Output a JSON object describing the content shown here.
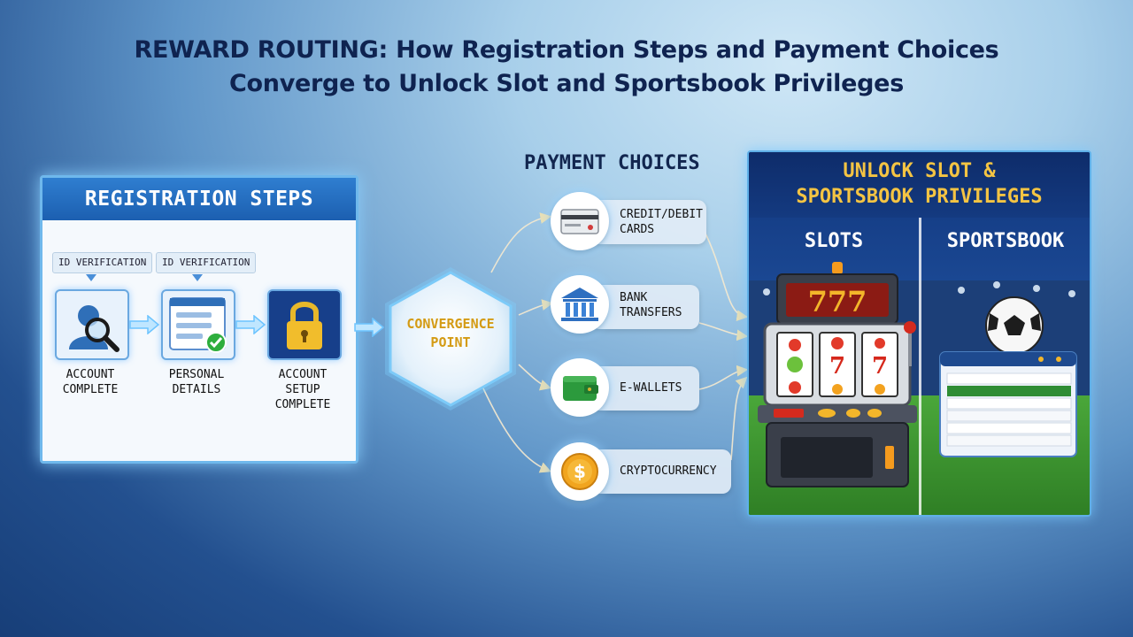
{
  "title_line1": "REWARD ROUTING: How Registration Steps and Payment Choices",
  "title_line2": "Converge to Unlock Slot and Sportsbook Privileges",
  "registration": {
    "header": "REGISTRATION STEPS",
    "tag1": "ID VERIFICATION",
    "tag2": "ID VERIFICATION",
    "step1_l1": "ACCOUNT",
    "step1_l2": "COMPLETE",
    "step2_l1": "PERSONAL",
    "step2_l2": "DETAILS",
    "step3_l1": "ACCOUNT",
    "step3_l2": "SETUP",
    "step3_l3": "COMPLETE"
  },
  "convergence": {
    "l1": "CONVERGENCE",
    "l2": "POINT"
  },
  "payment": {
    "title": "PAYMENT CHOICES",
    "card_l1": "CREDIT/DEBIT",
    "card_l2": "CARDS",
    "bank_l1": "BANK",
    "bank_l2": "TRANSFERS",
    "ewallet": "E-WALLETS",
    "crypto": "CRYPTOCURRENCY"
  },
  "unlock": {
    "l1": "UNLOCK SLOT &",
    "l2": "SPORTSBOOK PRIVILEGES",
    "slots": "SLOTS",
    "sportsbook": "SPORTSBOOK",
    "reel_top": "777"
  },
  "colors": {
    "accent_blue": "#2f7ed0",
    "gold": "#f4c443",
    "green_field": "#3f9a2e"
  }
}
